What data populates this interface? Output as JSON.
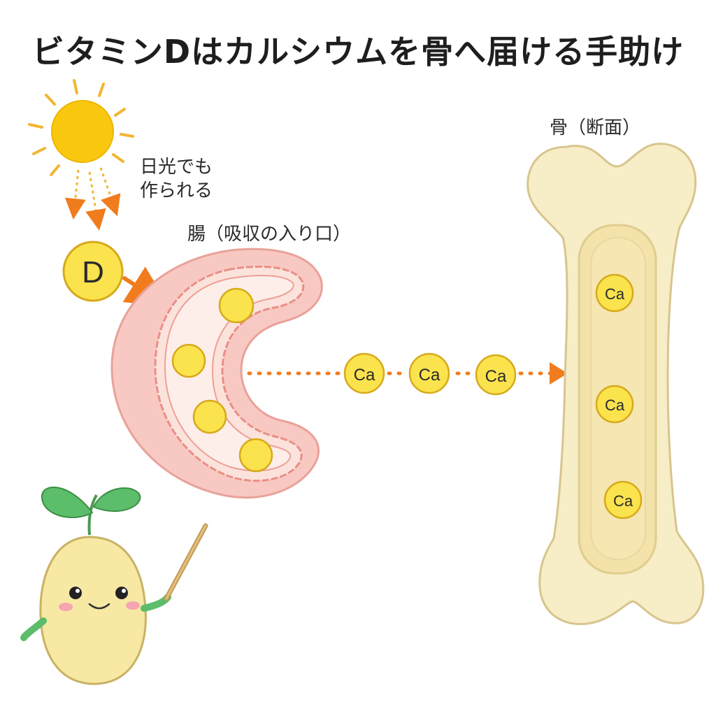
{
  "title": "ビタミンDはカルシウムを骨へ届ける手助け",
  "sun_label_line1": "日光でも",
  "sun_label_line2": "作られる",
  "vitamin_d_symbol": "D",
  "gut_label": "腸（吸収の入り口）",
  "bone_label": "骨（断面）",
  "calcium_symbol": "Ca",
  "colors": {
    "sun": "#f9c80e",
    "ray": "#f2b632",
    "arrow": "#f07c1e",
    "gut_outer": "#f8c9c2",
    "gut_inner": "#fbe3dc",
    "gut_wave": "#e98f86",
    "bone_fill": "#f7edc6",
    "bone_outline": "#d8c58e",
    "bone_marrow": "#f3e2a9",
    "nutrient": "#fbe34e",
    "nutrient_outline": "#d7a91b",
    "leaf": "#5cbd6a",
    "mascot_body": "#f7e8a4"
  },
  "icons": [
    "sun-icon",
    "vitamin-d-badge-icon",
    "intestine-icon",
    "bone-cross-section-icon",
    "calcium-icon",
    "seedling-mascot-icon",
    "pointer-stick-icon"
  ]
}
